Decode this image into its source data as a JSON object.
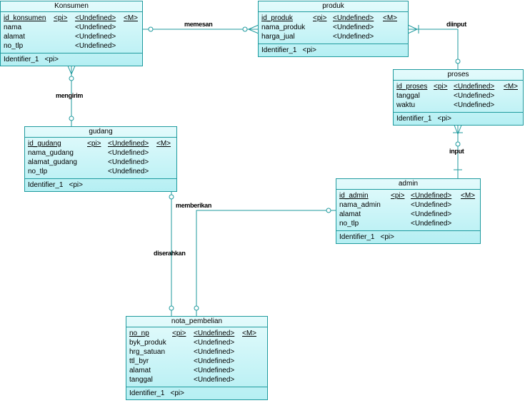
{
  "entities": {
    "konsumen": {
      "name": "Konsumen",
      "attributes": [
        {
          "name": "id_konsumen",
          "pi": "<pi>",
          "type": "<Undefined>",
          "m": "<M>",
          "pk": true
        },
        {
          "name": "nama",
          "pi": "",
          "type": "<Undefined>",
          "m": "",
          "pk": false
        },
        {
          "name": "alamat",
          "pi": "",
          "type": "<Undefined>",
          "m": "",
          "pk": false
        },
        {
          "name": "no_tlp",
          "pi": "",
          "type": "<Undefined>",
          "m": "",
          "pk": false
        }
      ],
      "identifier": "Identifier_1",
      "identifier_pi": "<pi>"
    },
    "produk": {
      "name": "produk",
      "attributes": [
        {
          "name": "id_produk",
          "pi": "<pi>",
          "type": "<Undefined>",
          "m": "<M>",
          "pk": true
        },
        {
          "name": "nama_produk",
          "pi": "",
          "type": "<Undefined>",
          "m": "",
          "pk": false
        },
        {
          "name": "harga_jual",
          "pi": "",
          "type": "<Undefined>",
          "m": "",
          "pk": false
        }
      ],
      "identifier": "Identifier_1",
      "identifier_pi": "<pi>"
    },
    "proses": {
      "name": "proses",
      "attributes": [
        {
          "name": "id_proses",
          "pi": "<pi>",
          "type": "<Undefined>",
          "m": "<M>",
          "pk": true
        },
        {
          "name": "tanggal",
          "pi": "",
          "type": "<Undefined>",
          "m": "",
          "pk": false
        },
        {
          "name": "waktu",
          "pi": "",
          "type": "<Undefined>",
          "m": "",
          "pk": false
        }
      ],
      "identifier": "Identifier_1",
      "identifier_pi": "<pi>"
    },
    "gudang": {
      "name": "gudang",
      "attributes": [
        {
          "name": "id_gudang",
          "pi": "<pi>",
          "type": "<Undefined>",
          "m": "<M>",
          "pk": true
        },
        {
          "name": "nama_gudang",
          "pi": "",
          "type": "<Undefined>",
          "m": "",
          "pk": false
        },
        {
          "name": "alamat_gudang",
          "pi": "",
          "type": "<Undefined>",
          "m": "",
          "pk": false
        },
        {
          "name": "no_tlp",
          "pi": "",
          "type": "<Undefined>",
          "m": "",
          "pk": false
        }
      ],
      "identifier": "Identifier_1",
      "identifier_pi": "<pi>"
    },
    "admin": {
      "name": "admin",
      "attributes": [
        {
          "name": "id_admin",
          "pi": "<pi>",
          "type": "<Undefined>",
          "m": "<M>",
          "pk": true
        },
        {
          "name": "nama_admin",
          "pi": "",
          "type": "<Undefined>",
          "m": "",
          "pk": false
        },
        {
          "name": "alamat",
          "pi": "",
          "type": "<Undefined>",
          "m": "",
          "pk": false
        },
        {
          "name": "no_tlp",
          "pi": "",
          "type": "<Undefined>",
          "m": "",
          "pk": false
        }
      ],
      "identifier": "Identifier_1",
      "identifier_pi": "<pi>"
    },
    "nota_pembelian": {
      "name": "nota_pembelian",
      "attributes": [
        {
          "name": "no_np",
          "pi": "<pi>",
          "type": "<Undefined>",
          "m": "<M>",
          "pk": true
        },
        {
          "name": "byk_produk",
          "pi": "",
          "type": "<Undefined>",
          "m": "",
          "pk": false
        },
        {
          "name": "hrg_satuan",
          "pi": "",
          "type": "<Undefined>",
          "m": "",
          "pk": false
        },
        {
          "name": "ttl_byr",
          "pi": "",
          "type": "<Undefined>",
          "m": "",
          "pk": false
        },
        {
          "name": "alamat",
          "pi": "",
          "type": "<Undefined>",
          "m": "",
          "pk": false
        },
        {
          "name": "tanggal",
          "pi": "",
          "type": "<Undefined>",
          "m": "",
          "pk": false
        }
      ],
      "identifier": "Identifier_1",
      "identifier_pi": "<pi>"
    }
  },
  "relationships": {
    "memesan": "memesan",
    "dinput": "diinput",
    "mengirim": "mengirim",
    "input": "input",
    "memberikan": "memberikan",
    "diserahkan": "diserahkan"
  },
  "colors": {
    "line": "#1f9a9e",
    "fill_top": "#e4fbfc",
    "fill_bottom": "#b5eff3"
  }
}
